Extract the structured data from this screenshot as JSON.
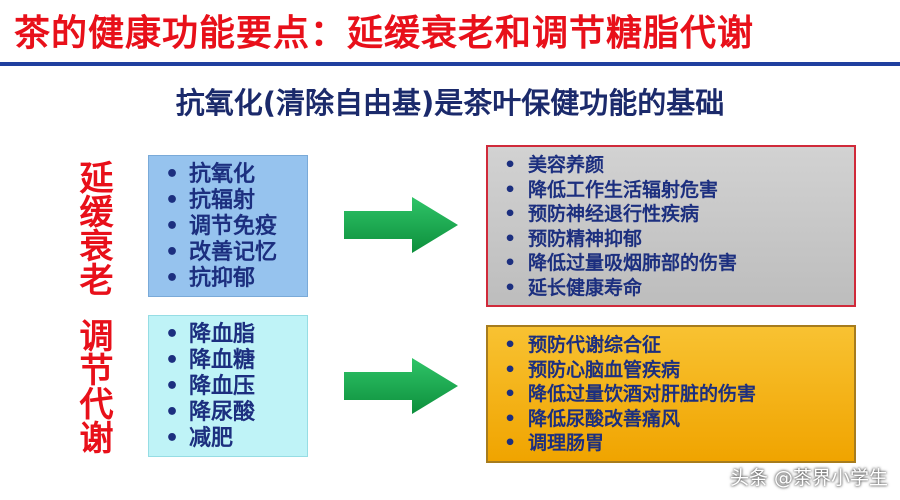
{
  "title": "茶的健康功能要点：延缓衰老和调节糖脂代谢",
  "subtitle": "抗氧化(清除自由基)是茶叶保健功能的基础",
  "sections": [
    {
      "label": "延缓衰老",
      "left_items": [
        "抗氧化",
        "抗辐射",
        "调节免疫",
        "改善记忆",
        "抗抑郁"
      ],
      "right_items": [
        "美容养颜",
        "降低工作生活辐射危害",
        "预防神经退行性疾病",
        "预防精神抑郁",
        "降低过量吸烟肺部的伤害",
        "延长健康寿命"
      ]
    },
    {
      "label": "调节代谢",
      "left_items": [
        "降血脂",
        "降血糖",
        "降血压",
        "降尿酸",
        "减肥"
      ],
      "right_items": [
        "预防代谢综合征",
        "预防心脑血管疾病",
        "降低过量饮酒对肝脏的伤害",
        "降低尿酸改善痛风",
        "调理肠胃"
      ]
    }
  ],
  "watermark": "头条 @茶界小学生",
  "colors": {
    "title_red": "#e8101a",
    "navy": "#1c2f7f",
    "arrow_green": "#12a84a",
    "box_blue": "#96c3ee",
    "box_cyan": "#bff3f7",
    "box_gray": "#c8c8c8",
    "box_gold": "#f4b31a"
  }
}
